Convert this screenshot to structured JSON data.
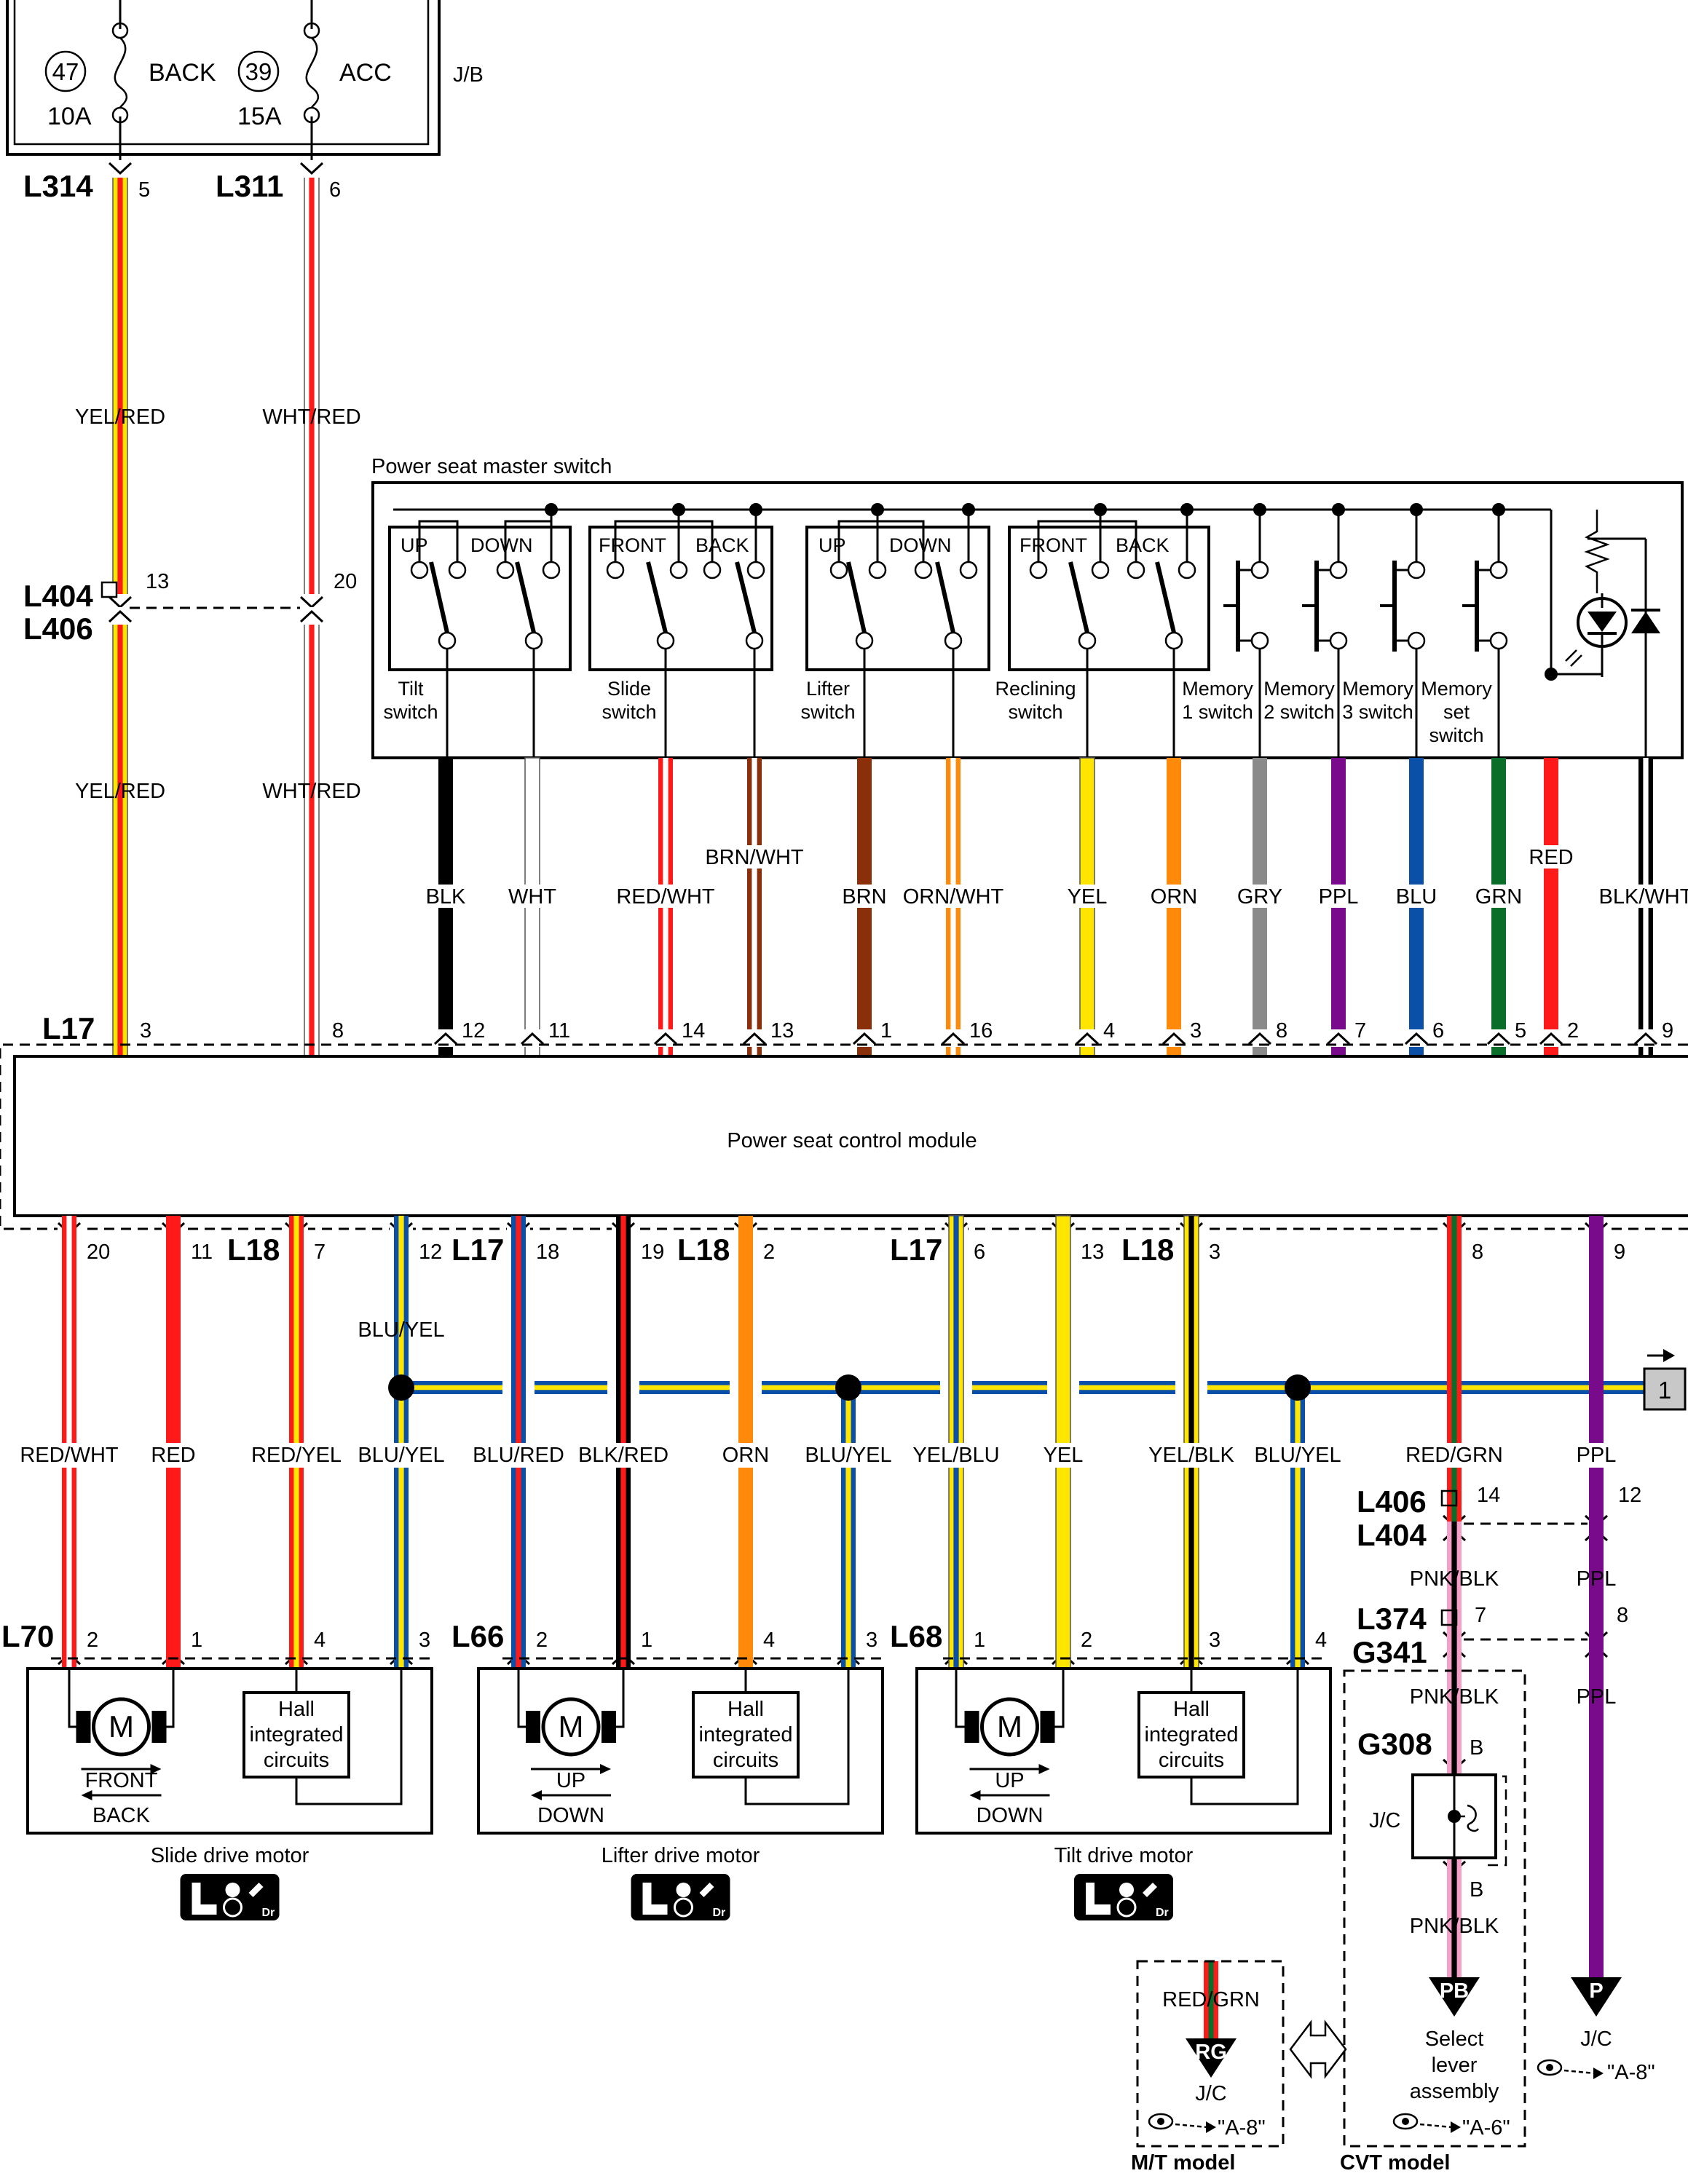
{
  "jb": {
    "fuse_back_no": "47",
    "fuse_back_name": "BACK",
    "fuse_back_amp": "10A",
    "fuse_acc_no": "39",
    "fuse_acc_name": "ACC",
    "fuse_acc_amp": "15A",
    "label": "J/B"
  },
  "connectors": {
    "l314": "L314",
    "l314_pin": "5",
    "l311": "L311",
    "l311_pin": "6",
    "l404": "L404",
    "l406": "L406",
    "l404_pin_a": "13",
    "l404_pin_b": "20",
    "l17": "L17",
    "l18": "L18",
    "l70": "L70",
    "l66": "L66",
    "l68": "L68",
    "l406b": "L406",
    "l404b": "L404",
    "l406b_pin_a": "14",
    "l406b_pin_b": "12",
    "l374": "L374",
    "g341": "G341",
    "l374_pin_a": "7",
    "l374_pin_b": "8",
    "g308": "G308",
    "g308_pin": "B"
  },
  "wires_top": {
    "yelred": "YEL/RED",
    "whtred": "WHT/RED"
  },
  "master_switch": {
    "title": "Power seat master switch",
    "up": "UP",
    "down": "DOWN",
    "front": "FRONT",
    "back": "BACK",
    "tilt_l1": "Tilt",
    "tilt_l2": "switch",
    "slide_l1": "Slide",
    "slide_l2": "switch",
    "lifter_l1": "Lifter",
    "lifter_l2": "switch",
    "recl_l1": "Reclining",
    "recl_l2": "switch",
    "m1_l1": "Memory",
    "m1_l2": "1 switch",
    "m2_l1": "Memory",
    "m2_l2": "2 switch",
    "m3_l1": "Memory",
    "m3_l2": "3 switch",
    "ms_l1": "Memory",
    "ms_l2": "set",
    "ms_l3": "switch"
  },
  "switch_wires": [
    {
      "label": "BLK",
      "pin": "12"
    },
    {
      "label": "WHT",
      "pin": "11"
    },
    {
      "label": "RED/WHT",
      "pin": "14"
    },
    {
      "label": "BRN/WHT",
      "pin": "13"
    },
    {
      "label": "BRN",
      "pin": "1"
    },
    {
      "label": "ORN/WHT",
      "pin": "16"
    },
    {
      "label": "YEL",
      "pin": "4"
    },
    {
      "label": "ORN",
      "pin": "3"
    },
    {
      "label": "GRY",
      "pin": "8"
    },
    {
      "label": "PPL",
      "pin": "7"
    },
    {
      "label": "BLU",
      "pin": "6"
    },
    {
      "label": "GRN",
      "pin": "5"
    },
    {
      "label": "RED",
      "pin": "2"
    },
    {
      "label": "BLK/WHT",
      "pin": "9"
    }
  ],
  "l17_top_pins": {
    "yelred": "3",
    "whtred": "8"
  },
  "module": {
    "title": "Power seat control module"
  },
  "bottom_pins": [
    "20",
    "11",
    "7",
    "12",
    "18",
    "19",
    "2",
    "6",
    "13",
    "3",
    "8",
    "9"
  ],
  "bus": {
    "label": "BLU/YEL",
    "ref": "1"
  },
  "bottom_wires": [
    "RED/WHT",
    "RED",
    "RED/YEL",
    "BLU/YEL",
    "BLU/RED",
    "BLK/RED",
    "ORN",
    "BLU/YEL",
    "YEL/BLU",
    "YEL",
    "YEL/BLK",
    "BLU/YEL",
    "RED/GRN",
    "PPL"
  ],
  "motor_pins": {
    "slide": [
      "2",
      "1",
      "4",
      "3"
    ],
    "lifter": [
      "2",
      "1",
      "4",
      "3"
    ],
    "tilt": [
      "1",
      "2",
      "3",
      "4"
    ]
  },
  "motors": {
    "m": "M",
    "slide_name": "Slide drive motor",
    "slide_dir_a": "FRONT",
    "slide_dir_b": "BACK",
    "lifter_name": "Lifter drive motor",
    "lifter_dir_a": "UP",
    "lifter_dir_b": "DOWN",
    "tilt_name": "Tilt drive motor",
    "tilt_dir_a": "UP",
    "tilt_dir_b": "DOWN",
    "hall_l1": "Hall",
    "hall_l2": "integrated",
    "hall_l3": "circuits",
    "dr": "Dr"
  },
  "right_chain": {
    "pnkblk": "PNK/BLK",
    "ppl": "PPL",
    "jc": "J/C",
    "pb": "PB",
    "p": "P",
    "rg": "RG",
    "select_l1": "Select",
    "select_l2": "lever",
    "select_l3": "assembly",
    "ref_a6": "\"A-6\"",
    "ref_a8": "\"A-8\"",
    "redgrn": "RED/GRN",
    "cvt": "CVT model",
    "mt": "M/T model"
  },
  "colors": {
    "yellow": "#FFE600",
    "red": "#FF1A1A",
    "blue": "#0A4FA8",
    "orange": "#FF8A0A",
    "brown": "#8B2E0A",
    "green": "#0A6E2A",
    "purple": "#7A0A8C",
    "pink": "#F5A0C8",
    "gray": "#8A8A8A"
  }
}
